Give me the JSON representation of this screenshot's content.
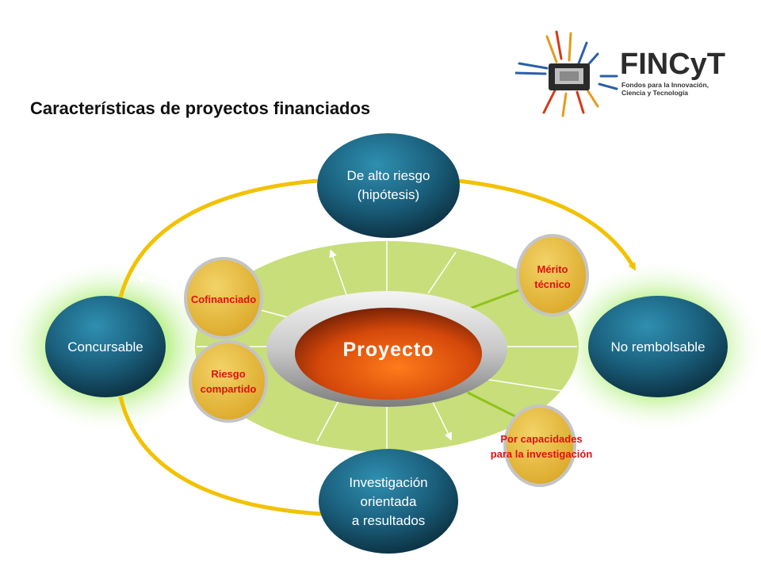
{
  "title": "Características de proyectos financiados",
  "logo": {
    "wordmark": "FINCyT",
    "subtitle_line1": "Fondos para la Innovación,",
    "subtitle_line2": "Ciencia y Tecnología"
  },
  "center": {
    "label": "Proyecto"
  },
  "nodes": {
    "top": {
      "line1": "De alto riesgo",
      "line2": "(hipótesis)"
    },
    "left": {
      "line1": "Concursable"
    },
    "right": {
      "line1": "No rembolsable"
    },
    "bottom": {
      "line1": "Investigación",
      "line2": "orientada",
      "line3": "a resultados"
    }
  },
  "sub_nodes": {
    "merito": {
      "line1": "Mérito",
      "line2": "técnico"
    },
    "cofinanciado": {
      "line1": "Cofinanciado"
    },
    "riesgo": {
      "line1": "Riesgo",
      "line2": "compartido"
    },
    "capacidades": {
      "line1": "Por capacidades",
      "line2": "para la investigación"
    }
  },
  "colors": {
    "node_blue": "#1d6f8f",
    "node_dark": "#0d3244",
    "ellipse_green": "#c8de7a",
    "glow_green": "#6fd82e",
    "orbit_yellow": "#f2c200",
    "sub_gold": "#e9bd3a",
    "center_orange": "#e85a10",
    "text_red": "#e01010"
  }
}
